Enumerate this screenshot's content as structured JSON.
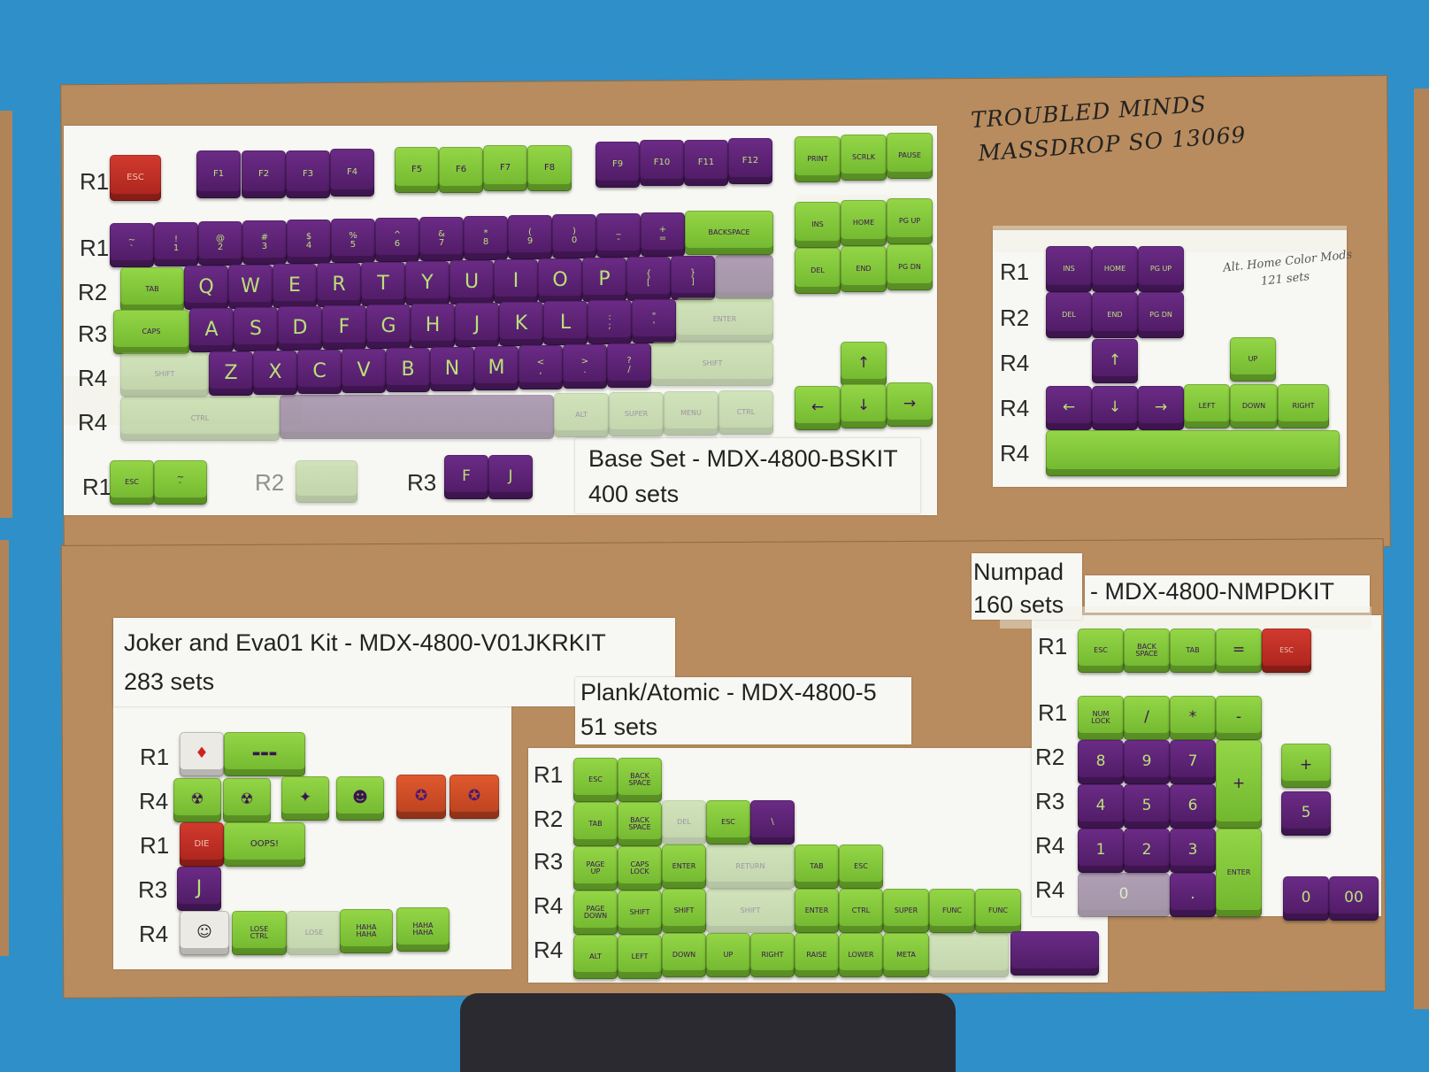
{
  "handwriting": {
    "line1": "TROUBLED MINDS",
    "line2": "MASSDROP SO 13069",
    "note1": "Alt. Home Color Mods",
    "note2": "121 sets"
  },
  "labels": {
    "base_name": "Base Set - MDX-4800-BSKIT",
    "base_count": "400 sets",
    "numpad_name": "Numpad",
    "numpad_count": "160 sets",
    "numpad_code": "- MDX-4800-NMPDKIT",
    "joker_name": "Joker and Eva01 Kit - MDX-4800-V01JKRKIT",
    "joker_count": "283 sets",
    "plank_name": "Plank/Atomic - MDX-4800-5",
    "plank_count": "51 sets"
  },
  "row_labels": {
    "r1": "R1",
    "r2": "R2",
    "r3": "R3",
    "r4": "R4"
  },
  "colors": {
    "purple": "#5a2273",
    "green": "#7cc236",
    "red": "#b8281e",
    "orange": "#d44a25",
    "cardboard": "#b88c5e",
    "table_blue": "#2f8fc9"
  },
  "keys": {
    "esc": "ESC",
    "f": [
      "F1",
      "F2",
      "F3",
      "F4",
      "F5",
      "F6",
      "F7",
      "F8",
      "F9",
      "F10",
      "F11",
      "F12"
    ],
    "nav_top": [
      "PRINT",
      "SCRLK",
      "PAUSE"
    ],
    "nav_mid": [
      "INS",
      "HOME",
      "PG UP",
      "DEL",
      "END",
      "PG DN"
    ],
    "num": [
      "~\n`",
      "!\n1",
      "@\n2",
      "#\n3",
      "$\n4",
      "%\n5",
      "^\n6",
      "&\n7",
      "*\n8",
      "(\n9",
      ")\n0",
      "_\n-",
      "+\n="
    ],
    "backspace": "BACKSPACE",
    "tab": "TAB",
    "qrow": [
      "Q",
      "W",
      "E",
      "R",
      "T",
      "Y",
      "U",
      "I",
      "O",
      "P",
      "{\n[",
      "}\n]"
    ],
    "caps": "CAPS",
    "arow": [
      "A",
      "S",
      "D",
      "F",
      "G",
      "H",
      "J",
      "K",
      "L",
      ":\n;",
      "\"\n'"
    ],
    "enter": "ENTER",
    "shift": "SHIFT",
    "zrow": [
      "Z",
      "X",
      "C",
      "V",
      "B",
      "N",
      "M",
      "<\n,",
      ">\n.",
      "?\n/"
    ],
    "ctrl": "CTRL",
    "bottom_right": [
      "ALT",
      "SUPER",
      "MENU",
      "CTRL"
    ],
    "arrows": [
      "↑",
      "←",
      "↓",
      "→"
    ],
    "extra_r3": [
      "F",
      "J"
    ],
    "tilde": "~\n`",
    "up": "UP",
    "left": "LEFT",
    "down": "DOWN",
    "right": "RIGHT",
    "numpad_r1": [
      "ESC",
      "BACK\nSPACE",
      "TAB",
      "=",
      "ESC"
    ],
    "numpad_r1b": [
      "NUM\nLOCK",
      "/",
      "*",
      "-"
    ],
    "numpad_digits": [
      "8",
      "9",
      "7",
      "4",
      "5",
      "6",
      "1",
      "2",
      "3"
    ],
    "numpad_plus": "+",
    "numpad_zero": "0",
    "numpad_dot": ".",
    "numpad_enter": "ENTER",
    "numpad_extra": [
      "+",
      "5",
      "0",
      "00"
    ],
    "plank_r1": [
      "ESC",
      "BACK\nSPACE"
    ],
    "plank_r2": [
      "TAB",
      "BACK\nSPACE",
      "DEL",
      "ESC",
      "\\"
    ],
    "plank_r3": [
      "PAGE\nUP",
      "CAPS\nLOCK",
      "ENTER",
      "RETURN",
      "TAB",
      "ESC"
    ],
    "plank_r4": [
      "PAGE\nDOWN",
      "SHIFT",
      "SHIFT",
      "SHIFT",
      "ENTER",
      "CTRL",
      "SUPER",
      "FUNC",
      "FUNC"
    ],
    "plank_r4b": [
      "ALT",
      "LEFT",
      "DOWN",
      "UP",
      "RIGHT",
      "RAISE",
      "LOWER",
      "META"
    ],
    "joker": [
      "DIE",
      "OOPS!",
      "J",
      "LOSE\nCTRL",
      "LOSE",
      "HAHA\nHAHA",
      "HAHA\nHAHA"
    ]
  }
}
